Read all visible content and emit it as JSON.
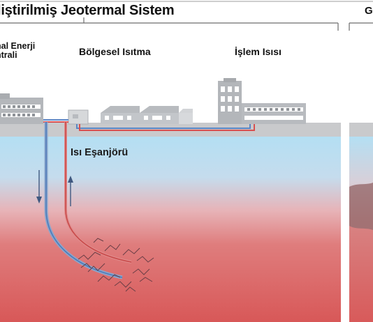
{
  "diagram": {
    "title": "liştirilmiş Jeotermal Sistem",
    "title_right": "G",
    "labels": {
      "power_plant_line1": "nal Enerji",
      "power_plant_line2": "ntrali",
      "district_heating": "Bölgesel Isıtma",
      "process_heat": "İşlem Isısı",
      "heat_exchanger": "Isı Eşanjörü"
    },
    "colors": {
      "sky_water": "#b4dcf2",
      "hot_rock": "#d85a5a",
      "ground": "#c9cacc",
      "hot_pipe": "#d85050",
      "cold_pipe": "#5a86c6",
      "building": "#b6b9bd"
    }
  }
}
